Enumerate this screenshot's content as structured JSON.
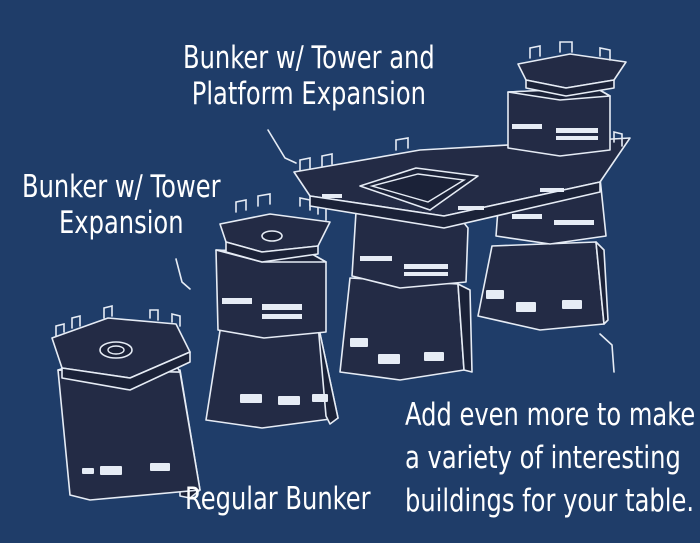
{
  "labels": {
    "platform": [
      "Bunker w/ Tower and",
      "Platform Expansion"
    ],
    "tower": [
      "Bunker w/ Tower",
      "Expansion"
    ],
    "regular": "Regular Bunker",
    "more": [
      "Add even more to make",
      "a variety of interesting",
      "buildings for your table."
    ]
  },
  "colors": {
    "background": "#1f3d69",
    "block_fill": "#232b45",
    "block_side": "#1b2238",
    "outline": "#e6ecf5",
    "text": "#ffffff"
  }
}
